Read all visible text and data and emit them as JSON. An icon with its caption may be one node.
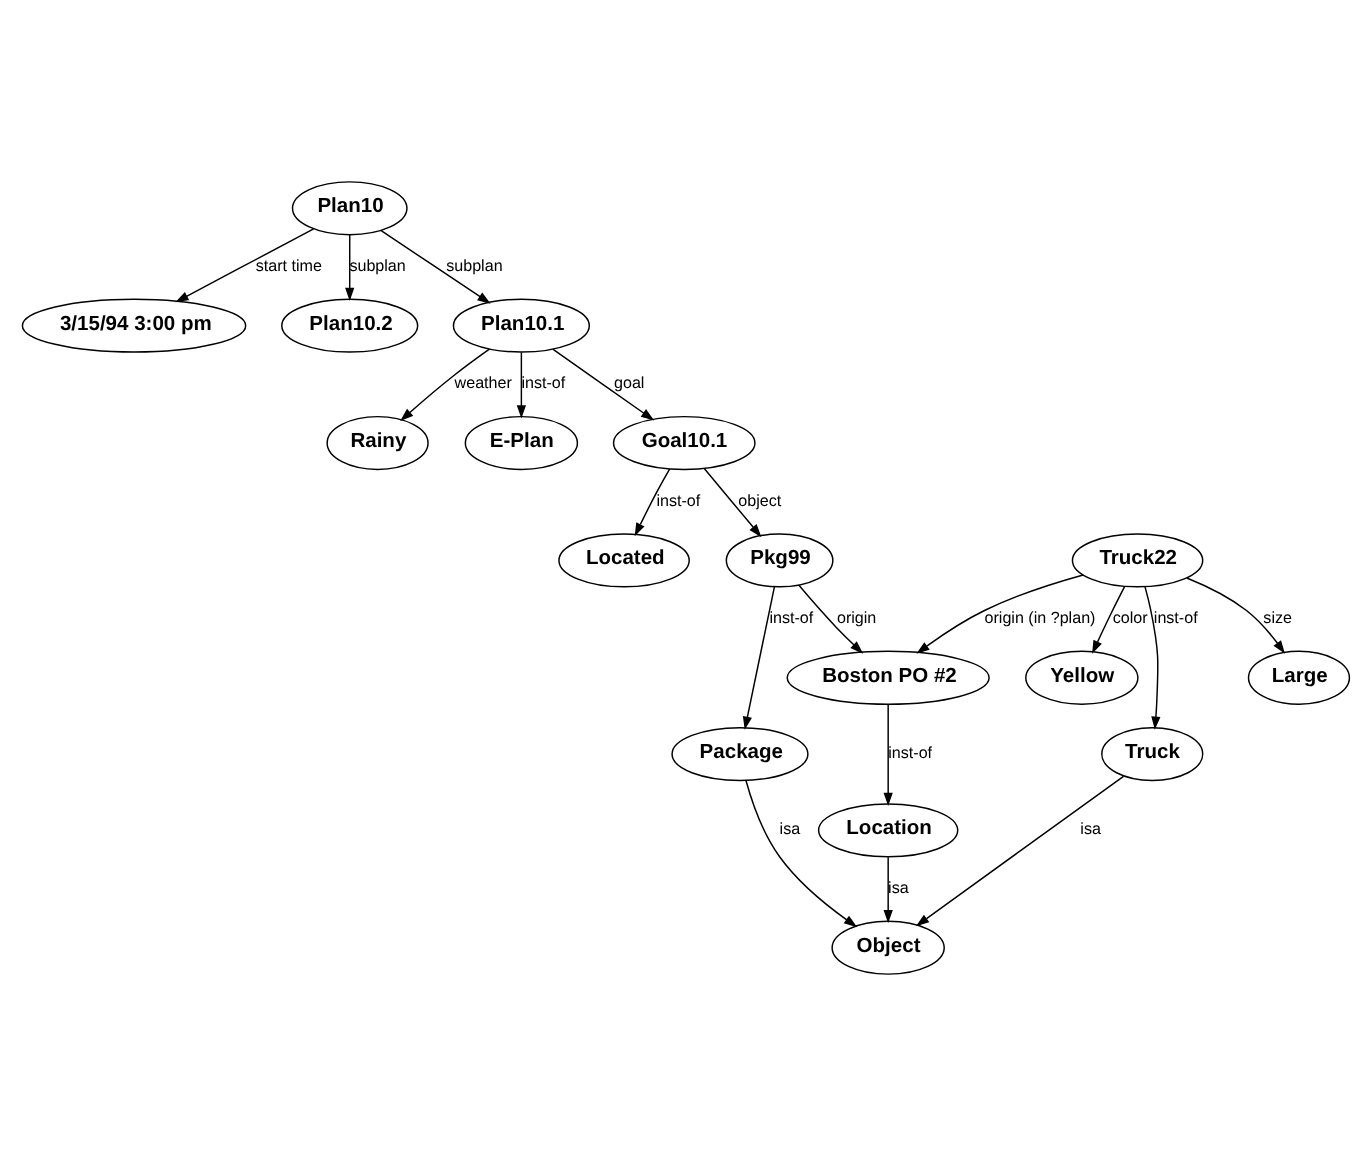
{
  "diagram": {
    "nodes": [
      {
        "text": [
          "Plan10"
        ]
      },
      {
        "text": [
          "3/15/94 3:00 pm"
        ]
      },
      {
        "text": [
          "Plan10.2"
        ]
      },
      {
        "text": [
          "Plan10.1"
        ]
      },
      {
        "text": [
          "Rainy"
        ]
      },
      {
        "text": [
          "E-Plan"
        ]
      },
      {
        "text": [
          "Located"
        ]
      },
      {
        "text": [
          "Goal10.1"
        ]
      },
      {
        "text": [
          "Large"
        ]
      },
      {
        "text": [
          "Yellow"
        ]
      },
      {
        "text": [
          "Truck22"
        ]
      },
      {
        "text": [
          "Boston PO #2"
        ]
      },
      {
        "text": [
          "Pkg99"
        ]
      },
      {
        "text": [
          "Truck"
        ]
      },
      {
        "text": [
          "Location"
        ]
      },
      {
        "text": [
          "Package"
        ]
      },
      {
        "text": [
          "Object"
        ]
      }
    ],
    "edges": [
      {
        "from": 0,
        "to": 1,
        "arrow": "to",
        "label": "start time"
      },
      {
        "from": 0,
        "to": 3,
        "arrow": "to",
        "label": "subplan"
      },
      {
        "from": 0,
        "to": 2,
        "arrow": "to",
        "label": "subplan"
      },
      {
        "from": 3,
        "to": 4,
        "arrow": "to",
        "label": "weather"
      },
      {
        "from": 3,
        "to": 5,
        "arrow": "to",
        "label": "inst-of"
      },
      {
        "from": 3,
        "to": 7,
        "arrow": "to",
        "label": "goal"
      },
      {
        "from": 7,
        "to": 6,
        "arrow": "to",
        "label": "inst-of"
      },
      {
        "from": 7,
        "to": 12,
        "arrow": "to",
        "label": "object"
      },
      {
        "from": 10,
        "to": 8,
        "arrow": "to",
        "label": "size"
      },
      {
        "from": 10,
        "to": 9,
        "arrow": "to",
        "label": "color"
      },
      {
        "from": 10,
        "to": 11,
        "arrow": "to",
        "label": "origin (in ?plan)"
      },
      {
        "from": 12,
        "to": 11,
        "arrow": "to",
        "label": "origin"
      },
      {
        "from": 10,
        "to": 13,
        "arrow": "to",
        "label": "inst-of"
      },
      {
        "from": 11,
        "to": 14,
        "arrow": "to",
        "label": "inst-of"
      },
      {
        "from": 12,
        "to": 15,
        "arrow": "to",
        "label": "inst-of"
      },
      {
        "from": 13,
        "to": 16,
        "arrow": "to",
        "label": "isa"
      },
      {
        "from": 14,
        "to": 16,
        "arrow": "to",
        "label": "isa"
      },
      {
        "from": 15,
        "to": 16,
        "arrow": "to",
        "label": "isa"
      }
    ]
  }
}
